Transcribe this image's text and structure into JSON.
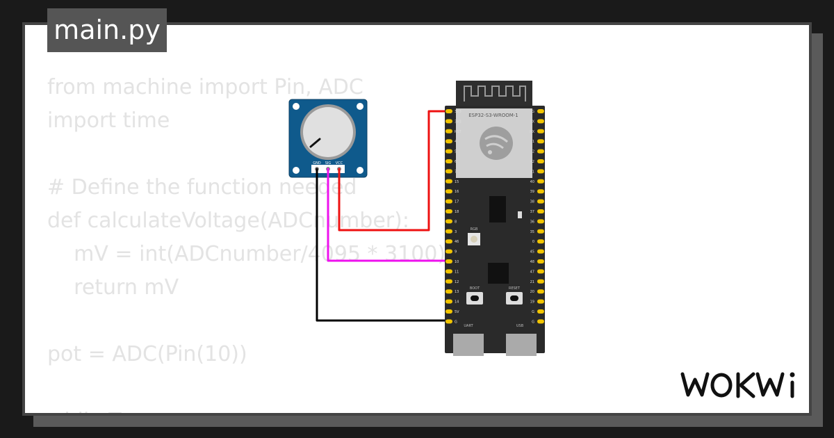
{
  "file_tab": {
    "label": "main.py"
  },
  "code_lines": [
    "from machine import Pin, ADC",
    "import time",
    "",
    "# Define the function needed",
    "def calculateVoltage(ADCnumber):",
    "    mV = int(ADCnumber/4095 * 3100)",
    "    return mV",
    "",
    "pot = ADC(Pin(10))",
    "",
    "while True:"
  ],
  "potentiometer": {
    "pins": [
      "GND",
      "SIG",
      "VCC"
    ]
  },
  "board": {
    "module_label": "ESP32-S3-WROOM-1",
    "left_pins": [
      "3V3",
      "3V3",
      "RST",
      "4",
      "5",
      "6",
      "7",
      "15",
      "16",
      "17",
      "18",
      "8",
      "3",
      "46",
      "9",
      "10",
      "11",
      "12",
      "13",
      "14",
      "5V",
      "G"
    ],
    "right_pins": [
      "G",
      "TX",
      "RX",
      "1",
      "2",
      "42",
      "41",
      "40",
      "39",
      "38",
      "37",
      "36",
      "35",
      "0",
      "45",
      "48",
      "47",
      "21",
      "20",
      "19",
      "G",
      "G"
    ],
    "rgb_label": "RGB",
    "boot_label": "BOOT",
    "reset_label": "RESET",
    "uart_label": "UART",
    "usb_label": "USB"
  },
  "wires": [
    {
      "name": "vcc",
      "color": "#ee1111"
    },
    {
      "name": "sig",
      "color": "#ee11ee"
    },
    {
      "name": "gnd",
      "color": "#000000"
    }
  ],
  "logo": {
    "text": "WOKWi"
  }
}
